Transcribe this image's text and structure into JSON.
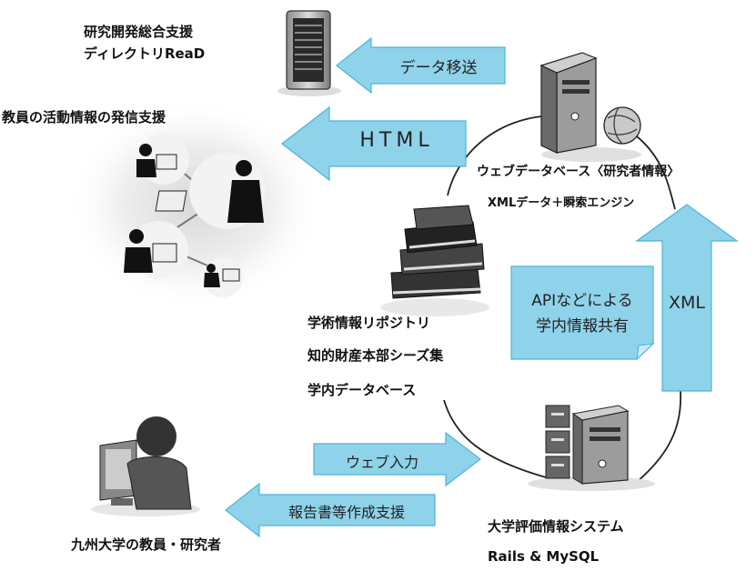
{
  "labels": {
    "read_line1": "研究開発総合支援",
    "read_line2": "ディレクトリReaD",
    "faculty_support": "教員の活動情報の発信支援",
    "web_db": "ウェブデータベース〈研究者情報〉",
    "xml_engine": "XMLデータ＋瞬索エンジン",
    "repo1": "学術情報リポジトリ",
    "repo2": "知的財産本部シーズ集",
    "repo3": "学内データベース",
    "eval_system": "大学評価情報システム",
    "rails": "Rails & MySQL",
    "kyushu": "九州大学の教員・研究者"
  },
  "arrows": {
    "data_transfer": "データ移送",
    "html": "HTML",
    "xml": "XML",
    "web_input": "ウェブ入力",
    "report_support": "報告書等作成支援"
  },
  "note": {
    "line1": "APIなどによる",
    "line2": "学内情報共有"
  },
  "colors": {
    "arrow_fill": "#8fd3ea",
    "arrow_stroke": "#4db3d6",
    "note_fill": "#8fd3ea"
  }
}
